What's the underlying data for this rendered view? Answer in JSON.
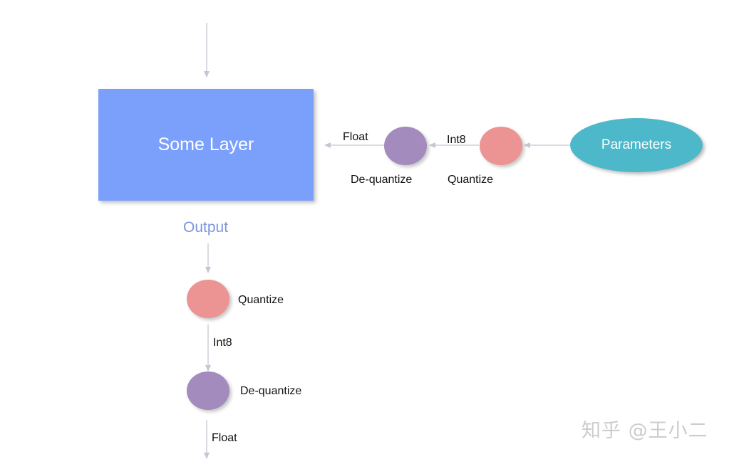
{
  "colors": {
    "layer_fill": "#7ba0fb",
    "params_fill": "#4cb8c9",
    "quantize_fill": "#eb9493",
    "dequantize_fill": "#a38bbd",
    "arrow": "#c6c6d2",
    "output_text": "#7b96de"
  },
  "layer": {
    "label": "Some Layer"
  },
  "parameters": {
    "label": "Parameters"
  },
  "top_flow": {
    "quantize_label": "Quantize",
    "dequantize_label": "De-quantize",
    "int8_label": "Int8",
    "float_label": "Float"
  },
  "output": {
    "label": "Output"
  },
  "bottom_flow": {
    "quantize_label": "Quantize",
    "int8_label": "Int8",
    "dequantize_label": "De-quantize",
    "float_label": "Float"
  },
  "watermark": {
    "text": "知乎 @王小二"
  }
}
